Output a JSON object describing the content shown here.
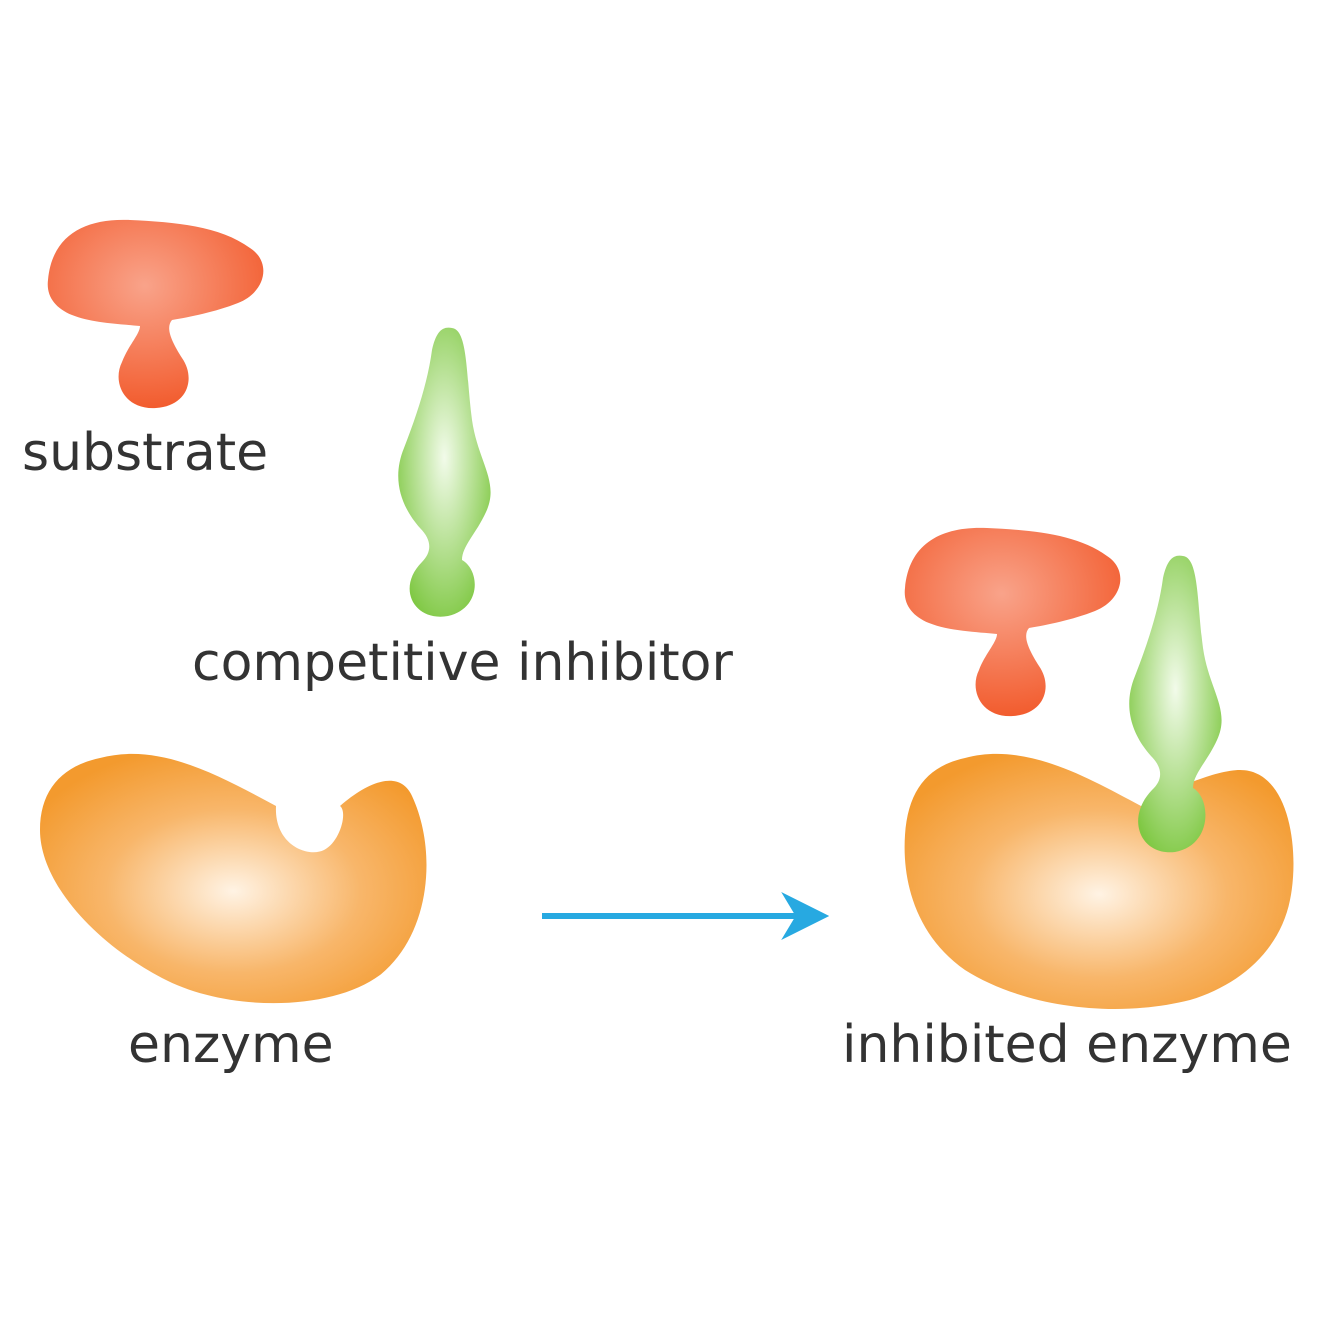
{
  "labels": {
    "substrate": "substrate",
    "inhibitor": "competitive inhibitor",
    "enzyme": "enzyme",
    "inhibited_enzyme": "inhibited enzyme"
  },
  "colors": {
    "substrate": "#F25C2E",
    "substrate_highlight": "#F9A38A",
    "inhibitor": "#7FC843",
    "inhibitor_highlight": "#F2FBEA",
    "enzyme": "#F39A2E",
    "enzyme_highlight": "#FFF3E4",
    "arrow": "#27A9E1",
    "text": "#333333"
  }
}
